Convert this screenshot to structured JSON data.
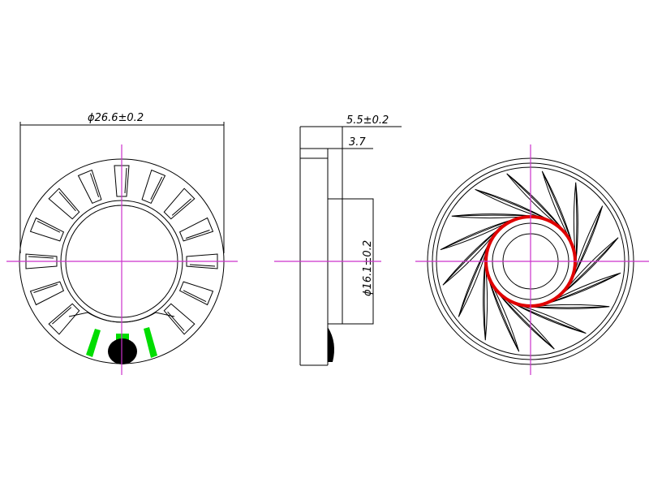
{
  "dimensions": {
    "outer_diameter": "ϕ26.6±0.2",
    "total_height": "5.5±0.2",
    "body_height": "3.7",
    "front_diameter": "ϕ16.1±0.2"
  },
  "colors": {
    "centerline": "#cc33cc",
    "terminal": "#00dd00",
    "ring": "#e00000",
    "outline": "#000000"
  },
  "views": {
    "back_slot_count": 16,
    "front_leaf_count": 16
  }
}
